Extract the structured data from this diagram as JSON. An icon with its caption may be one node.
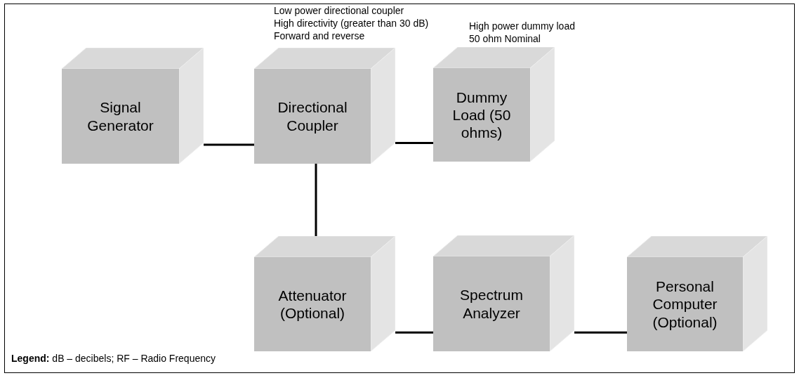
{
  "diagram": {
    "nodes": [
      {
        "text": [
          "Signal Generator"
        ]
      },
      {
        "text": [
          "Directional Coupler"
        ],
        "beside": [
          "Low power directional coupler",
          "High directivity (greater than 30 dB)",
          "Forward and reverse"
        ]
      },
      {
        "text": [
          "Dummy Load (50 ohms)"
        ],
        "beside": [
          "High power dummy load",
          "50 ohm Nominal"
        ]
      },
      {
        "text": [
          "Attenuator (Optional)"
        ]
      },
      {
        "text": [
          "Spectrum Analyzer"
        ]
      },
      {
        "text": [
          "Personal Computer (Optional)"
        ]
      }
    ],
    "edges": [
      {
        "from": 0,
        "to": 1,
        "arrow": "none"
      },
      {
        "from": 1,
        "to": 2,
        "arrow": "none"
      },
      {
        "from": 1,
        "to": 3,
        "arrow": "none"
      },
      {
        "from": 3,
        "to": 4,
        "arrow": "none"
      },
      {
        "from": 4,
        "to": 5,
        "arrow": "none"
      }
    ],
    "labels": [
      "**Legend:** dB – decibels; RF – Radio Frequency"
    ]
  }
}
